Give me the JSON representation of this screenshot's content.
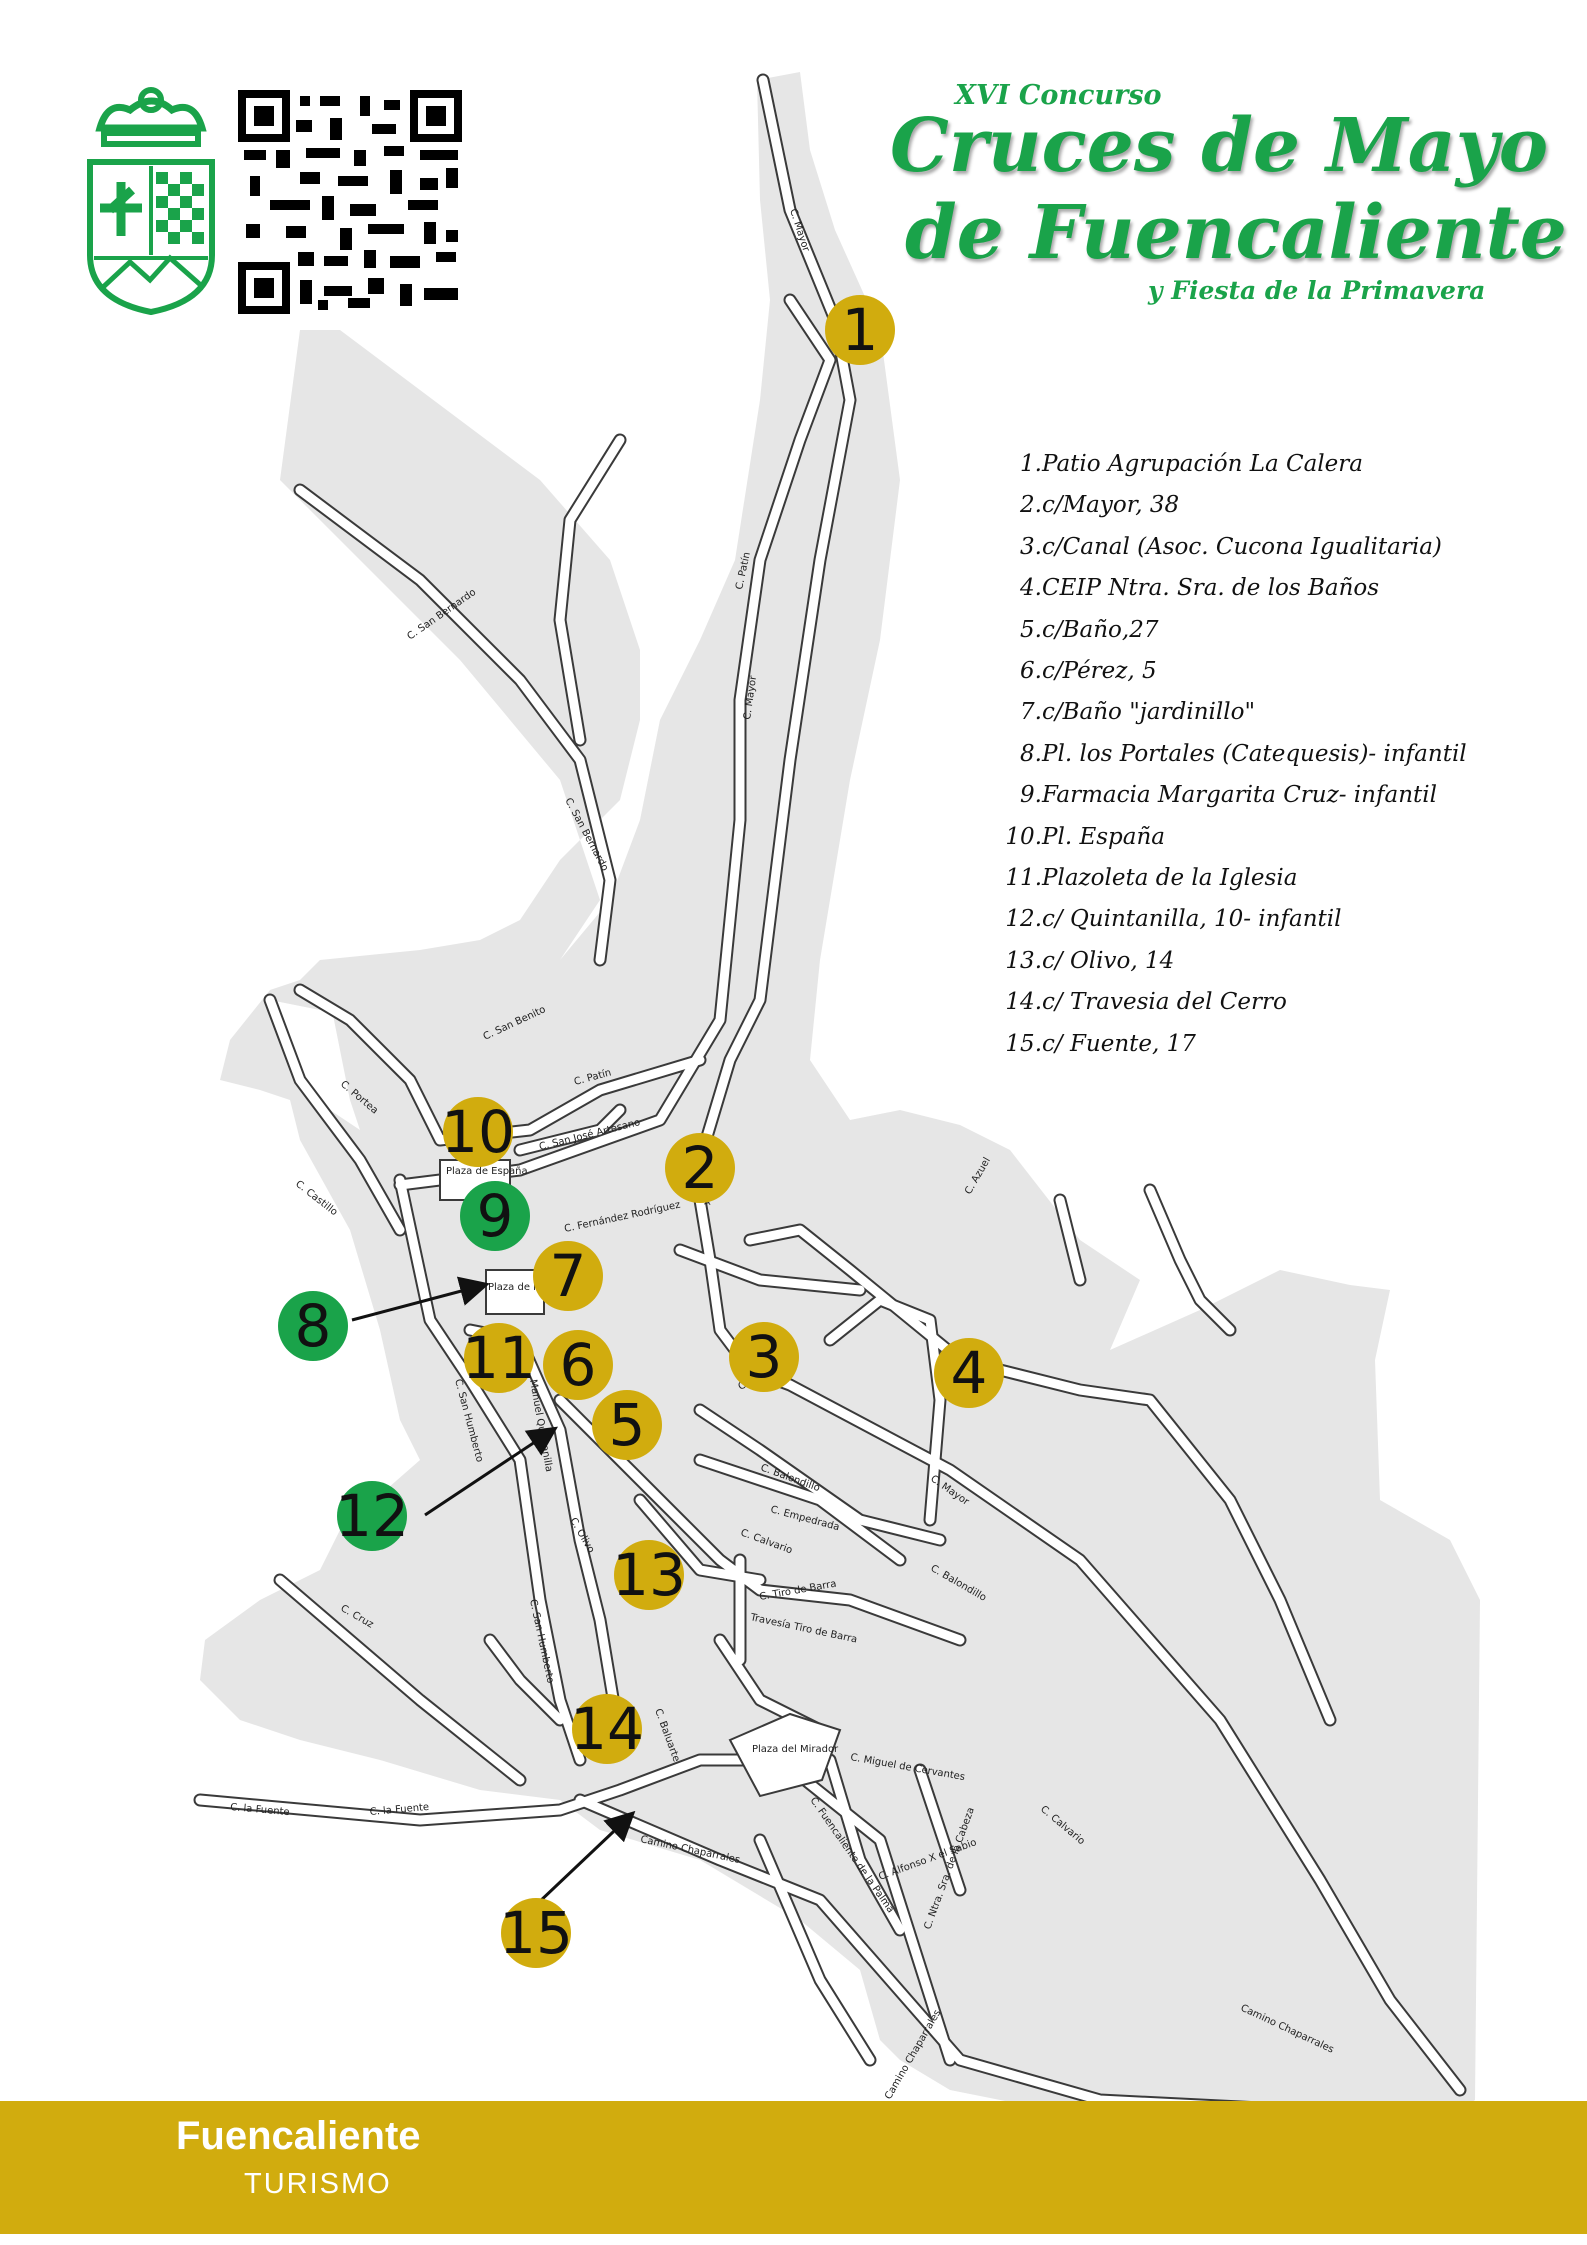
{
  "header": {
    "edition": "XVI Concurso",
    "title_line1": "Cruces de Mayo",
    "title_line2": "de Fuencaliente",
    "subtitle": "y Fiesta de la Primavera"
  },
  "legend": [
    {
      "num": "1.",
      "text": "Patio Agrupación La Calera"
    },
    {
      "num": "2.",
      "text": "c/Mayor, 38"
    },
    {
      "num": "3.",
      "text": "c/Canal (Asoc. Cucona Igualitaria)"
    },
    {
      "num": "4.",
      "text": "CEIP Ntra. Sra. de los Baños"
    },
    {
      "num": "5.",
      "text": "c/Baño,27"
    },
    {
      "num": "6.",
      "text": "c/Pérez, 5"
    },
    {
      "num": "7.",
      "text": "c/Baño \"jardinillo\""
    },
    {
      "num": "8.",
      "text": "Pl. los Portales (Catequesis)- infantil"
    },
    {
      "num": "9.",
      "text": "Farmacia Margarita Cruz- infantil"
    },
    {
      "num": "10.",
      "text": "Pl. España"
    },
    {
      "num": "11.",
      "text": "Plazoleta de la Iglesia"
    },
    {
      "num": "12.",
      "text": "c/ Quintanilla, 10- infantil"
    },
    {
      "num": "13.",
      "text": "c/ Olivo, 14"
    },
    {
      "num": "14.",
      "text": "c/ Travesia del Cerro"
    },
    {
      "num": "15.",
      "text": "c/ Fuente, 17"
    }
  ],
  "markers": [
    {
      "label": "1",
      "category": "general",
      "color": "#d1ac0e"
    },
    {
      "label": "2",
      "category": "general",
      "color": "#d1ac0e"
    },
    {
      "label": "3",
      "category": "general",
      "color": "#d1ac0e"
    },
    {
      "label": "4",
      "category": "general",
      "color": "#d1ac0e"
    },
    {
      "label": "5",
      "category": "general",
      "color": "#d1ac0e"
    },
    {
      "label": "6",
      "category": "general",
      "color": "#d1ac0e"
    },
    {
      "label": "7",
      "category": "general",
      "color": "#d1ac0e"
    },
    {
      "label": "8",
      "category": "infantil",
      "color": "#1aa34a"
    },
    {
      "label": "9",
      "category": "infantil",
      "color": "#1aa34a"
    },
    {
      "label": "10",
      "category": "general",
      "color": "#d1ac0e"
    },
    {
      "label": "11",
      "category": "general",
      "color": "#d1ac0e"
    },
    {
      "label": "12",
      "category": "infantil",
      "color": "#1aa34a"
    },
    {
      "label": "13",
      "category": "general",
      "color": "#d1ac0e"
    },
    {
      "label": "14",
      "category": "general",
      "color": "#d1ac0e"
    },
    {
      "label": "15",
      "category": "general",
      "color": "#d1ac0e"
    }
  ],
  "map_labels": {
    "plaza_espana": "Plaza de España",
    "plaza_portales": "Plaza de los Portales",
    "plaza_mirador": "Plaza del Mirador",
    "streets": {
      "mayor": "C. Mayor",
      "patin": "C. Patín",
      "san_bernardo": "C. San Bernardo",
      "san_benito": "C. San Benito",
      "san_jose_artesano": "C. San José Artesano",
      "fernandez_rodriguez": "C. Fernández Rodríguez",
      "castillo": "C. Castillo",
      "portea": "C. Portea",
      "azuel": "C. Azuel",
      "canal": "C. Canal",
      "balondillo": "C. Balondillo",
      "empedrada": "C. Empedrada",
      "calvario": "C. Calvario",
      "tiro_de_barra": "C. Tiro de Barra",
      "travesia_tiro_de_barra": "Travesía Tiro de Barra",
      "cruz": "C. Cruz",
      "la_fuente": "C. la Fuente",
      "camino_chaparrales": "Camino Chaparrales",
      "san_humberto": "C. San Humberto",
      "manuel_quintanilla": "Manuel Quintanilla",
      "miguel_cervantes": "C. Miguel de Cervantes",
      "fuencaliente_palma": "C. Fuencaliente de la Palma",
      "alfonso_x": "C. Alfonso X el Sabio",
      "ntra_sra_cabeza": "C. Ntra. Sra. de la Cabeza",
      "baluarte": "C. Baluarte",
      "olivo": "C. Olivo"
    }
  },
  "footer": {
    "brand": "Fuencaliente",
    "sub": "TURISMO"
  },
  "colors": {
    "gold": "#d1ac0e",
    "green": "#1aa34a",
    "map_area": "#e6e6e6",
    "road_outline": "#3a3a3a"
  },
  "icons": {
    "crest": "municipal-crest-icon",
    "qr": "qr-code-icon"
  }
}
